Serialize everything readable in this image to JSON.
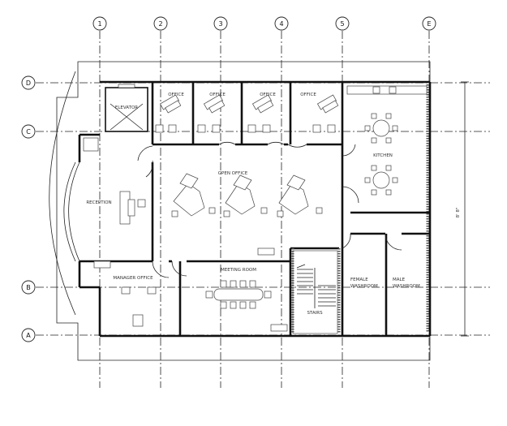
{
  "grid": {
    "columns": [
      "1",
      "2",
      "3",
      "4",
      "5",
      "E"
    ],
    "rows": [
      "D",
      "C",
      "B",
      "A"
    ]
  },
  "rooms": {
    "elevator": "ELEVATOR",
    "office": "OFFICE",
    "kitchen": "KITCHEN",
    "open_office": "OPEN OFFICE",
    "reception": "RECEPTION",
    "manager_office": "MANAGER OFFICE",
    "meeting_room": "MEETING ROOM",
    "female_washroom_1": "FEMALE",
    "female_washroom_2": "WASHROOM",
    "male_washroom_1": "MALE",
    "male_washroom_2": "WASHROOM",
    "stairs": "STAIRS"
  },
  "dimension": "8' 8\""
}
